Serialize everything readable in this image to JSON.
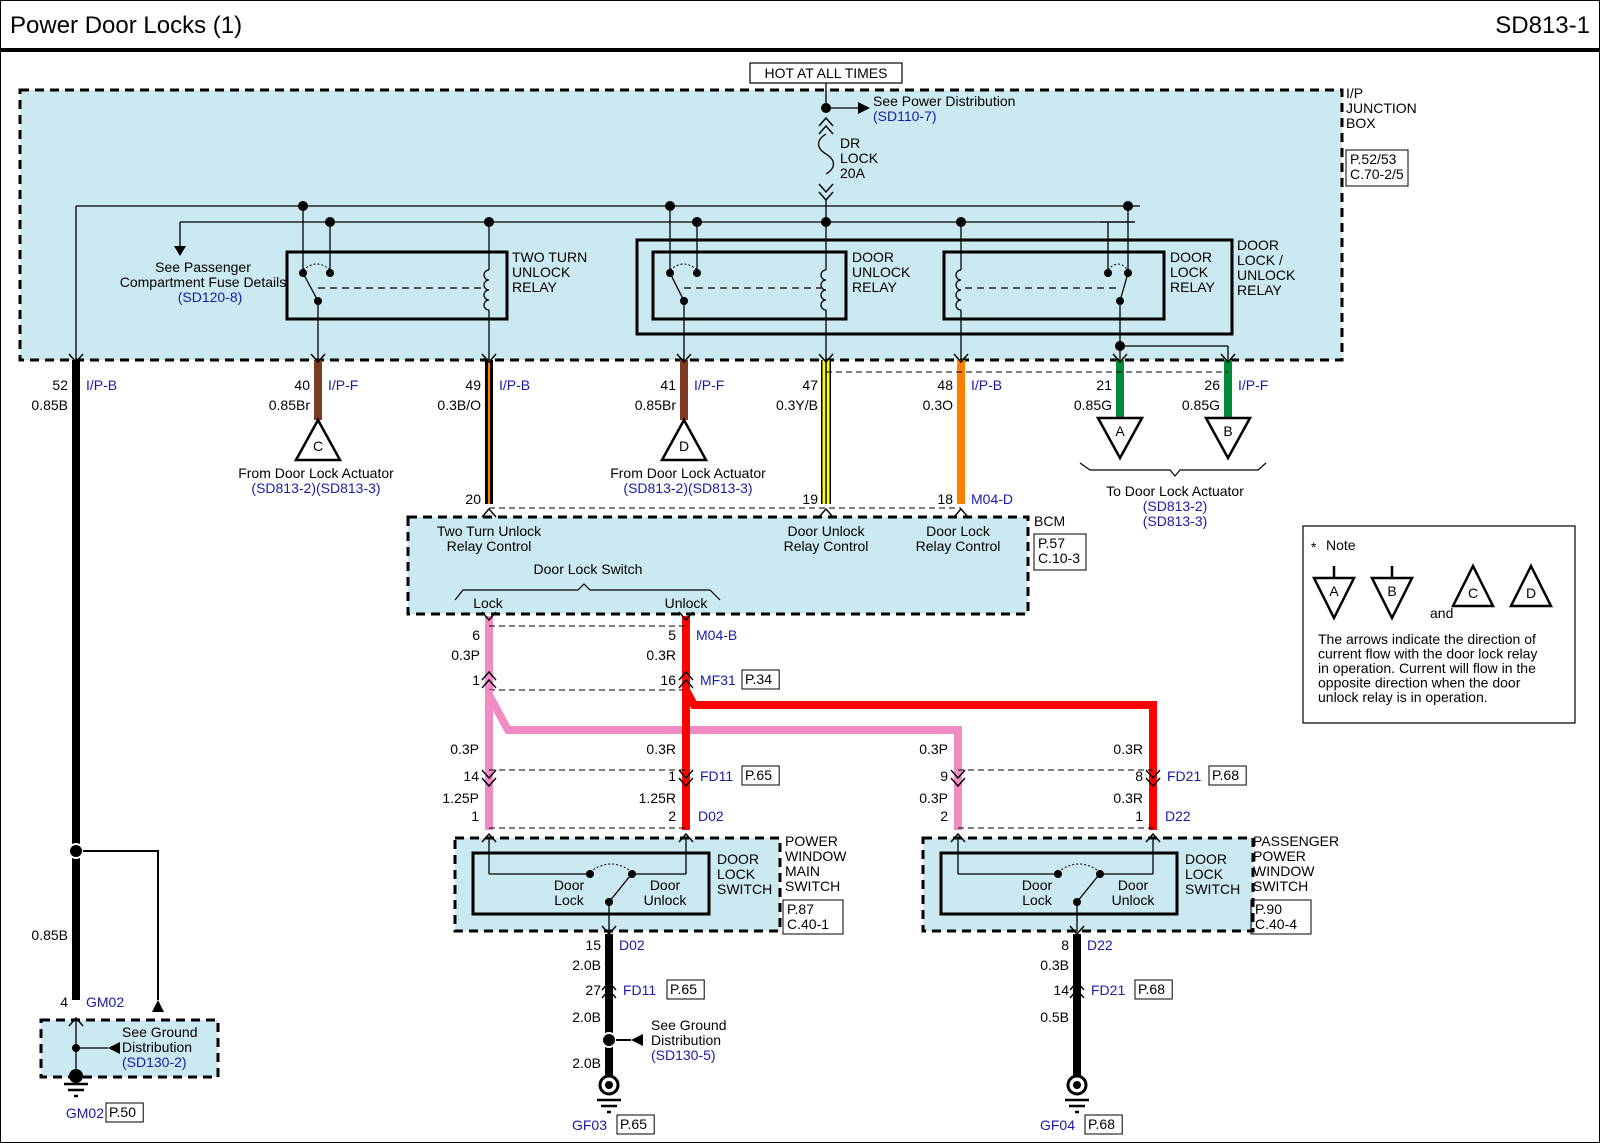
{
  "header": {
    "title": "Power Door Locks (1)",
    "page_code": "SD813-1"
  },
  "colors": {
    "box_fill": "#cbe9f1",
    "ref_blue": "#1a1aa8",
    "black": "#000000",
    "brown": "#7b3a22",
    "orange": "#ff8000",
    "yellow": "#ffff00",
    "green": "#008a3a",
    "pink": "#f08bc4",
    "red": "#ff0000"
  },
  "power": {
    "source": "HOT AT ALL TIMES",
    "see": "See Power Distribution",
    "see_ref": "(SD110-7)",
    "fuse": [
      "DR",
      "LOCK",
      "20A"
    ]
  },
  "junction_box": {
    "name": [
      "I/P",
      "JUNCTION",
      "BOX"
    ],
    "page": [
      "P.52/53",
      "C.70-2/5"
    ]
  },
  "fuse_details": {
    "line1": "See Passenger",
    "line2": "Compartment Fuse Details",
    "ref": "(SD120-8)"
  },
  "relays": {
    "two_turn": [
      "TWO TURN",
      "UNLOCK",
      "RELAY"
    ],
    "door_unlock": [
      "DOOR",
      "UNLOCK",
      "RELAY"
    ],
    "door_lock": [
      "DOOR",
      "LOCK",
      "RELAY"
    ],
    "group": [
      "DOOR",
      "LOCK /",
      "UNLOCK",
      "RELAY"
    ]
  },
  "jb_pins": [
    {
      "pin": "52",
      "conn": "I/P-B",
      "wire": "0.85B"
    },
    {
      "pin": "40",
      "conn": "I/P-F",
      "wire": "0.85Br"
    },
    {
      "pin": "49",
      "conn": "I/P-B",
      "wire": "0.3B/O"
    },
    {
      "pin": "41",
      "conn": "I/P-F",
      "wire": "0.85Br"
    },
    {
      "pin": "47",
      "conn": "",
      "wire": "0.3Y/B"
    },
    {
      "pin": "48",
      "conn": "I/P-B",
      "wire": "0.3O"
    },
    {
      "pin": "21",
      "conn": "",
      "wire": "0.85G"
    },
    {
      "pin": "26",
      "conn": "I/P-F",
      "wire": "0.85G"
    }
  ],
  "actuator_from": {
    "label": "From Door Lock Actuator",
    "refs": "(SD813-2)(SD813-3)",
    "markers": [
      "C",
      "D"
    ]
  },
  "actuator_to": {
    "label": "To Door Lock Actuator",
    "refs": [
      "(SD813-2)",
      "(SD813-3)"
    ],
    "markers": [
      "A",
      "B"
    ]
  },
  "bcm": {
    "name": "BCM",
    "page": [
      "P.57",
      "C.10-3"
    ],
    "pins_top": [
      {
        "pin": "20",
        "conn": ""
      },
      {
        "pin": "19",
        "conn": ""
      },
      {
        "pin": "18",
        "conn": "M04-D"
      }
    ],
    "functions": [
      [
        "Two Turn Unlock",
        "Relay Control"
      ],
      [
        "Door Unlock",
        "Relay Control"
      ],
      [
        "Door Lock",
        "Relay Control"
      ]
    ],
    "switch_group": "Door Lock Switch",
    "lock": "Lock",
    "unlock": "Unlock",
    "pins_bottom": [
      {
        "pin": "6",
        "wire": "0.3P"
      },
      {
        "pin": "5",
        "wire": "0.3R",
        "conn": "M04-B"
      }
    ]
  },
  "mf31": {
    "conn": "MF31",
    "page": "P.34",
    "pins": [
      "1",
      "16"
    ]
  },
  "driver_side": {
    "wires_upper": [
      "0.3P",
      "0.3R"
    ],
    "fd_pins": [
      "14",
      "1"
    ],
    "fd_conn": "FD11",
    "fd_page": "P.65",
    "wires_lower": [
      "1.25P",
      "1.25R"
    ],
    "sw_pins": [
      "1",
      "2"
    ],
    "sw_conn": "D02",
    "switch_label": [
      "DOOR",
      "LOCK",
      "SWITCH"
    ],
    "module": [
      "POWER",
      "WINDOW",
      "MAIN",
      "SWITCH"
    ],
    "module_page": [
      "P.87",
      "C.40-1"
    ],
    "contacts": [
      "Door",
      "Lock",
      "Door",
      "Unlock"
    ],
    "ground": {
      "pin": "15",
      "conn": "D02",
      "w1": "2.0B",
      "pin2": "27",
      "conn2": "FD11",
      "page2": "P.65",
      "w2": "2.0B",
      "see": [
        "See Ground",
        "Distribution"
      ],
      "see_ref": "(SD130-5)",
      "w3": "2.0B",
      "gnd": "GF03",
      "gnd_page": "P.65"
    }
  },
  "passenger_side": {
    "wires_upper": [
      "0.3P",
      "0.3R"
    ],
    "fd_pins": [
      "9",
      "8"
    ],
    "fd_conn": "FD21",
    "fd_page": "P.68",
    "wires_lower": [
      "0.3P",
      "0.3R"
    ],
    "sw_pins": [
      "2",
      "1"
    ],
    "sw_conn": "D22",
    "switch_label": [
      "DOOR",
      "LOCK",
      "SWITCH"
    ],
    "module": [
      "PASSENGER",
      "POWER",
      "WINDOW",
      "SWITCH"
    ],
    "module_page": [
      "P.90",
      "C.40-4"
    ],
    "contacts": [
      "Door",
      "Lock",
      "Door",
      "Unlock"
    ],
    "ground": {
      "pin": "8",
      "conn": "D22",
      "w1": "0.3B",
      "pin2": "14",
      "conn2": "FD21",
      "page2": "P.68",
      "w2": "0.5B",
      "gnd": "GF04",
      "gnd_page": "P.68"
    }
  },
  "ground_main": {
    "wire": "0.85B",
    "pin": "4",
    "conn": "GM02",
    "see": [
      "See Ground",
      "Distribution"
    ],
    "see_ref": "(SD130-2)",
    "gnd": "GM02",
    "gnd_page": "P.50"
  },
  "note": {
    "title": "Note",
    "star": "*",
    "markers": [
      "A",
      "B",
      "C",
      "D"
    ],
    "and": "and",
    "lines": [
      "The arrows indicate the direction of",
      "current flow with the door lock relay",
      "in operation. Current will flow in the",
      "opposite direction when the door",
      "unlock relay is in operation."
    ]
  }
}
